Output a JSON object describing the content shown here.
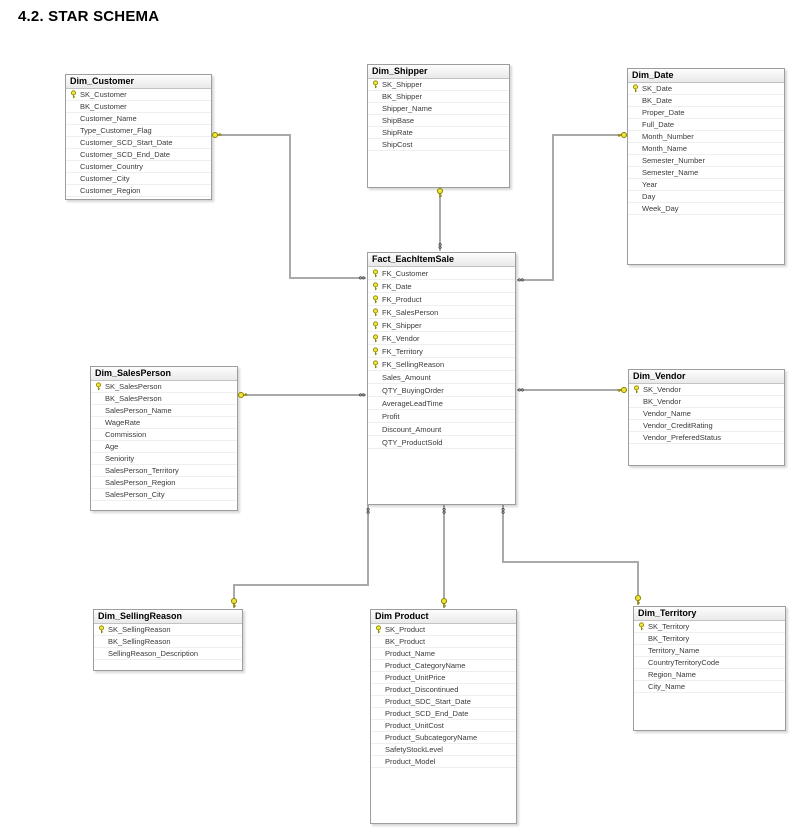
{
  "title": "4.2. STAR SCHEMA",
  "icons": {
    "key": "key-icon (primary key, one-side of relationship)",
    "many_symbol": "∞"
  },
  "colors": {
    "table_border": "#9d9d9d",
    "header_bg": "#e9e9e9",
    "row_text": "#3a3a3a",
    "wire": "#a9a9a9",
    "key_fill": "#f2e43c",
    "key_stroke": "#8f8a00"
  },
  "diagram": {
    "tables": [
      {
        "id": "dim_customer",
        "title": "Dim_Customer",
        "fields": [
          {
            "name": "SK_Customer",
            "key": true
          },
          {
            "name": "BK_Customer",
            "key": false
          },
          {
            "name": "Customer_Name",
            "key": false
          },
          {
            "name": "Type_Customer_Flag",
            "key": false
          },
          {
            "name": "Customer_SCD_Start_Date",
            "key": false
          },
          {
            "name": "Customer_SCD_End_Date",
            "key": false
          },
          {
            "name": "Customer_Country",
            "key": false
          },
          {
            "name": "Customer_City",
            "key": false
          },
          {
            "name": "Customer_Region",
            "key": false
          }
        ]
      },
      {
        "id": "dim_shipper",
        "title": "Dim_Shipper",
        "fields": [
          {
            "name": "SK_Shipper",
            "key": true
          },
          {
            "name": "BK_Shipper",
            "key": false
          },
          {
            "name": "Shipper_Name",
            "key": false
          },
          {
            "name": "ShipBase",
            "key": false
          },
          {
            "name": "ShipRate",
            "key": false
          },
          {
            "name": "ShipCost",
            "key": false
          }
        ]
      },
      {
        "id": "dim_date",
        "title": "Dim_Date",
        "fields": [
          {
            "name": "SK_Date",
            "key": true
          },
          {
            "name": "BK_Date",
            "key": false
          },
          {
            "name": "Proper_Date",
            "key": false
          },
          {
            "name": "Full_Date",
            "key": false
          },
          {
            "name": "Month_Number",
            "key": false
          },
          {
            "name": "Month_Name",
            "key": false
          },
          {
            "name": "Semester_Number",
            "key": false
          },
          {
            "name": "Semester_Name",
            "key": false
          },
          {
            "name": "Year",
            "key": false
          },
          {
            "name": "Day",
            "key": false
          },
          {
            "name": "Week_Day",
            "key": false
          }
        ]
      },
      {
        "id": "fact_eachitemsale",
        "title": "Fact_EachItemSale",
        "fields": [
          {
            "name": "FK_Customer",
            "key": true
          },
          {
            "name": "FK_Date",
            "key": true
          },
          {
            "name": "FK_Product",
            "key": true
          },
          {
            "name": "FK_SalesPerson",
            "key": true
          },
          {
            "name": "FK_Shipper",
            "key": true
          },
          {
            "name": "FK_Vendor",
            "key": true
          },
          {
            "name": "FK_Territory",
            "key": true
          },
          {
            "name": "FK_SellingReason",
            "key": true
          },
          {
            "name": "Sales_Amount",
            "key": false
          },
          {
            "name": "QTY_BuyingOrder",
            "key": false
          },
          {
            "name": "AverageLeadTime",
            "key": false
          },
          {
            "name": "Profit",
            "key": false
          },
          {
            "name": "Discount_Amount",
            "key": false
          },
          {
            "name": "QTY_ProductSold",
            "key": false
          }
        ]
      },
      {
        "id": "dim_salesperson",
        "title": "Dim_SalesPerson",
        "fields": [
          {
            "name": "SK_SalesPerson",
            "key": true
          },
          {
            "name": "BK_SalesPerson",
            "key": false
          },
          {
            "name": "SalesPerson_Name",
            "key": false
          },
          {
            "name": "WageRate",
            "key": false
          },
          {
            "name": "Commission",
            "key": false
          },
          {
            "name": "Age",
            "key": false
          },
          {
            "name": "Seniority",
            "key": false
          },
          {
            "name": "SalesPerson_Territory",
            "key": false
          },
          {
            "name": "SalesPerson_Region",
            "key": false
          },
          {
            "name": "SalesPerson_City",
            "key": false
          }
        ]
      },
      {
        "id": "dim_vendor",
        "title": "Dim_Vendor",
        "fields": [
          {
            "name": "SK_Vendor",
            "key": true
          },
          {
            "name": "BK_Vendor",
            "key": false
          },
          {
            "name": "Vendor_Name",
            "key": false
          },
          {
            "name": "Vendor_CreditRating",
            "key": false
          },
          {
            "name": "Vendor_PreferedStatus",
            "key": false
          }
        ]
      },
      {
        "id": "dim_sellingreason",
        "title": "Dim_SellingReason",
        "fields": [
          {
            "name": "SK_SellingReason",
            "key": true
          },
          {
            "name": "BK_SellingReason",
            "key": false
          },
          {
            "name": "SellingReason_Description",
            "key": false
          }
        ]
      },
      {
        "id": "dim_product",
        "title": "Dim Product",
        "fields": [
          {
            "name": "SK_Product",
            "key": true
          },
          {
            "name": "BK_Product",
            "key": false
          },
          {
            "name": "Product_Name",
            "key": false
          },
          {
            "name": "Product_CategoryName",
            "key": false
          },
          {
            "name": "Product_UnitPrice",
            "key": false
          },
          {
            "name": "Product_Discontinued",
            "key": false
          },
          {
            "name": "Product_SDC_Start_Date",
            "key": false
          },
          {
            "name": "Product_SCD_End_Date",
            "key": false
          },
          {
            "name": "Product_UnitCost",
            "key": false
          },
          {
            "name": "Product_SubcategoryName",
            "key": false
          },
          {
            "name": "SafetyStockLevel",
            "key": false
          },
          {
            "name": "Product_Model",
            "key": false
          }
        ]
      },
      {
        "id": "dim_territory",
        "title": "Dim_Territory",
        "fields": [
          {
            "name": "SK_Territory",
            "key": true
          },
          {
            "name": "BK_Territory",
            "key": false
          },
          {
            "name": "Territory_Name",
            "key": false
          },
          {
            "name": "CountryTerritoryCode",
            "key": false
          },
          {
            "name": "Region_Name",
            "key": false
          },
          {
            "name": "City_Name",
            "key": false
          }
        ]
      }
    ],
    "connectors": [
      {
        "from": "Dim_Customer",
        "to": "Fact_EachItemSale",
        "from_end": "key (one)",
        "to_end": "many (∞)"
      },
      {
        "from": "Dim_Shipper",
        "to": "Fact_EachItemSale",
        "from_end": "key (one)",
        "to_end": "many (∞)"
      },
      {
        "from": "Dim_Date",
        "to": "Fact_EachItemSale",
        "from_end": "key (one)",
        "to_end": "many (∞)"
      },
      {
        "from": "Dim_SalesPerson",
        "to": "Fact_EachItemSale",
        "from_end": "key (one)",
        "to_end": "many (∞)"
      },
      {
        "from": "Dim_Vendor",
        "to": "Fact_EachItemSale",
        "from_end": "key (one)",
        "to_end": "many (∞)"
      },
      {
        "from": "Dim_SellingReason",
        "to": "Fact_EachItemSale",
        "from_end": "key (one)",
        "to_end": "many (∞)"
      },
      {
        "from": "Dim Product",
        "to": "Fact_EachItemSale",
        "from_end": "key (one)",
        "to_end": "many (∞)"
      },
      {
        "from": "Dim_Territory",
        "to": "Fact_EachItemSale",
        "from_end": "key (one)",
        "to_end": "many (∞)"
      }
    ]
  }
}
